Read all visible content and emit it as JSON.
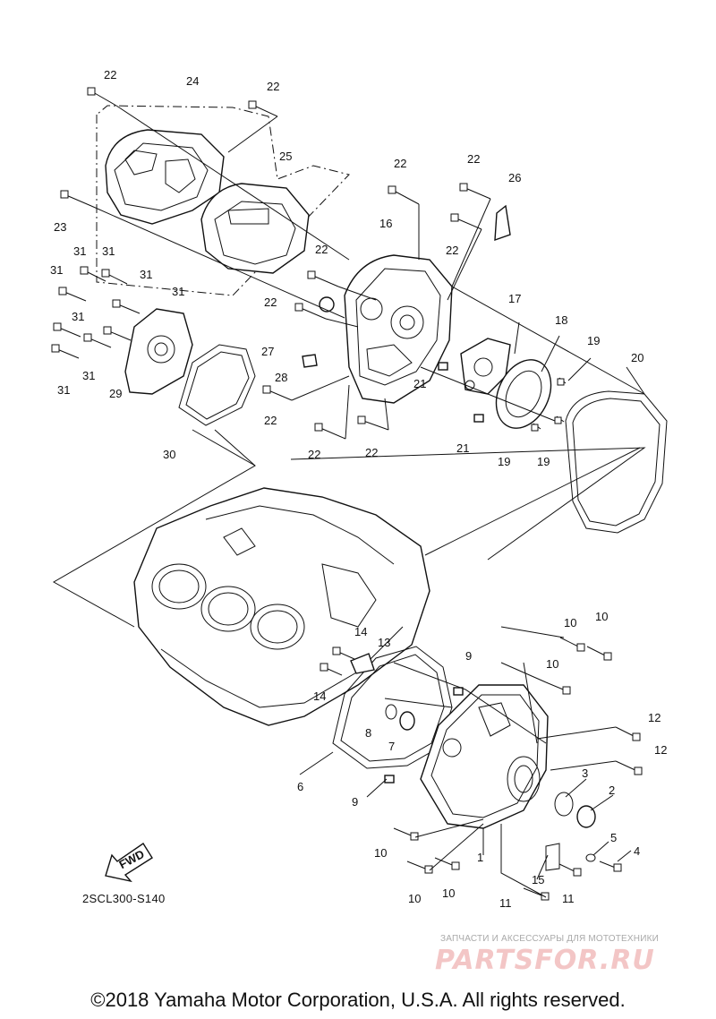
{
  "diagram": {
    "reference_code": "2SCL300-S140",
    "copyright": "©2018 Yamaha Motor Corporation, U.S.A. All rights reserved.",
    "fwd_label": "FWD",
    "watermark": {
      "tagline": "ЗАПЧАСТИ И АКСЕССУАРЫ ДЛЯ МОТОТЕХНИКИ",
      "logo": "PARTSFOR.RU"
    },
    "callouts": [
      {
        "id": "c1",
        "text": "1"
      },
      {
        "id": "c2",
        "text": "2"
      },
      {
        "id": "c3",
        "text": "3"
      },
      {
        "id": "c4",
        "text": "4"
      },
      {
        "id": "c5",
        "text": "5"
      },
      {
        "id": "c6",
        "text": "6"
      },
      {
        "id": "c7",
        "text": "7"
      },
      {
        "id": "c8",
        "text": "8"
      },
      {
        "id": "c9a",
        "text": "9"
      },
      {
        "id": "c9b",
        "text": "9"
      },
      {
        "id": "c10a",
        "text": "10"
      },
      {
        "id": "c10b",
        "text": "10"
      },
      {
        "id": "c10c",
        "text": "10"
      },
      {
        "id": "c10d",
        "text": "10"
      },
      {
        "id": "c10e",
        "text": "10"
      },
      {
        "id": "c10f",
        "text": "10"
      },
      {
        "id": "c11a",
        "text": "11"
      },
      {
        "id": "c11b",
        "text": "11"
      },
      {
        "id": "c12a",
        "text": "12"
      },
      {
        "id": "c12b",
        "text": "12"
      },
      {
        "id": "c13",
        "text": "13"
      },
      {
        "id": "c14a",
        "text": "14"
      },
      {
        "id": "c14b",
        "text": "14"
      },
      {
        "id": "c15",
        "text": "15"
      },
      {
        "id": "c16",
        "text": "16"
      },
      {
        "id": "c17",
        "text": "17"
      },
      {
        "id": "c18",
        "text": "18"
      },
      {
        "id": "c19a",
        "text": "19"
      },
      {
        "id": "c19b",
        "text": "19"
      },
      {
        "id": "c19c",
        "text": "19"
      },
      {
        "id": "c20",
        "text": "20"
      },
      {
        "id": "c21a",
        "text": "21"
      },
      {
        "id": "c21b",
        "text": "21"
      },
      {
        "id": "c22a",
        "text": "22"
      },
      {
        "id": "c22b",
        "text": "22"
      },
      {
        "id": "c22c",
        "text": "22"
      },
      {
        "id": "c22d",
        "text": "22"
      },
      {
        "id": "c22e",
        "text": "22"
      },
      {
        "id": "c22f",
        "text": "22"
      },
      {
        "id": "c22g",
        "text": "22"
      },
      {
        "id": "c22h",
        "text": "22"
      },
      {
        "id": "c22i",
        "text": "22"
      },
      {
        "id": "c22j",
        "text": "22"
      },
      {
        "id": "c23",
        "text": "23"
      },
      {
        "id": "c24",
        "text": "24"
      },
      {
        "id": "c25",
        "text": "25"
      },
      {
        "id": "c26",
        "text": "26"
      },
      {
        "id": "c27",
        "text": "27"
      },
      {
        "id": "c28",
        "text": "28"
      },
      {
        "id": "c29",
        "text": "29"
      },
      {
        "id": "c30",
        "text": "30"
      },
      {
        "id": "c31a",
        "text": "31"
      },
      {
        "id": "c31b",
        "text": "31"
      },
      {
        "id": "c31c",
        "text": "31"
      },
      {
        "id": "c31d",
        "text": "31"
      },
      {
        "id": "c31e",
        "text": "31"
      },
      {
        "id": "c31f",
        "text": "31"
      },
      {
        "id": "c31g",
        "text": "31"
      },
      {
        "id": "c31h",
        "text": "31"
      }
    ]
  }
}
